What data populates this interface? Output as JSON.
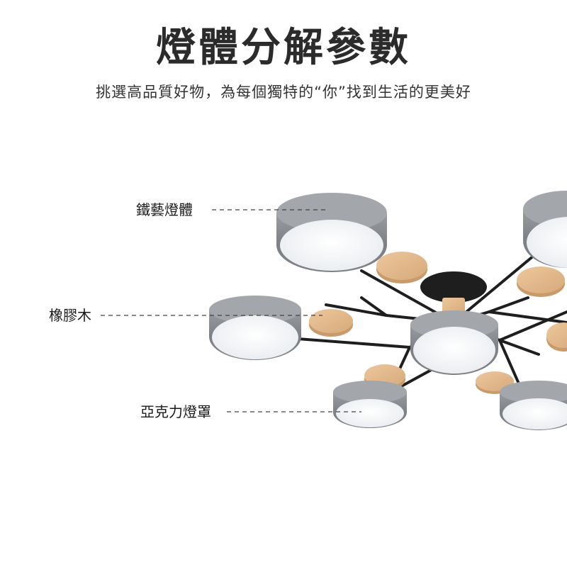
{
  "header": {
    "title": "燈體分解參數",
    "subtitle": "挑選高品質好物，為每個獨特的“你”找到生活的更美好"
  },
  "callouts": {
    "iron_body": "鐵藝燈體",
    "rubber_wood": "橡膠木",
    "acrylic_shade": "亞克力燈罩"
  },
  "colors": {
    "shade_gray": "#8a8d92",
    "diffuser_white": "#f7f8fa",
    "wood": "#e2b88c",
    "rod_black": "#1e1e1e"
  }
}
